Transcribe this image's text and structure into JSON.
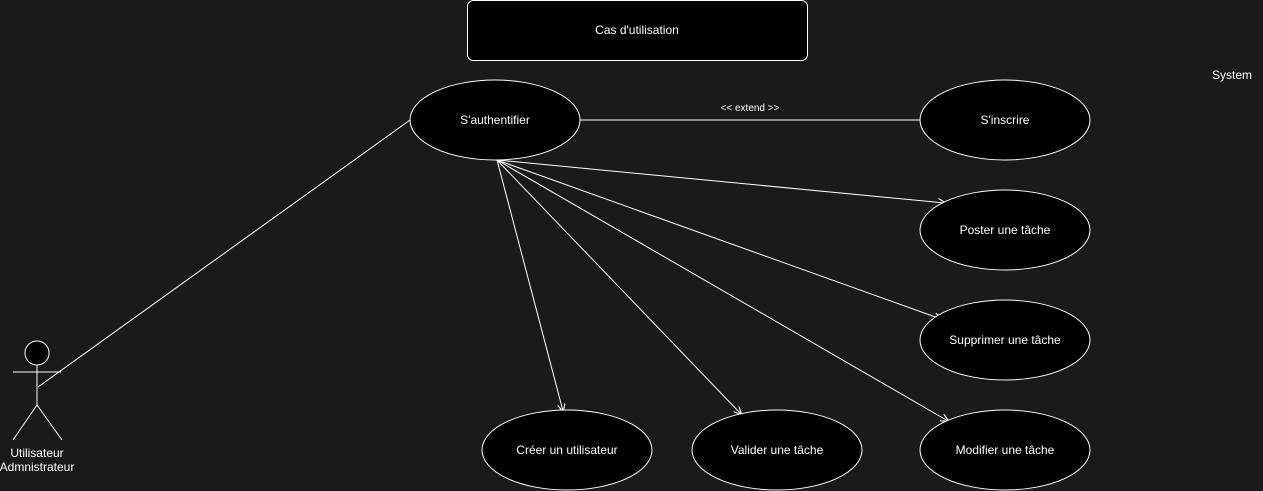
{
  "diagram": {
    "title": "Cas d'utilisation",
    "system_label": "System",
    "actor": {
      "line1": "Utilisateur",
      "line2": "Admnistrateur"
    },
    "use_cases": {
      "authenticate": "S'authentifier",
      "register": "S'inscrire",
      "post_task": "Poster une tâche",
      "delete_task": "Supprimer une tâche",
      "create_user": "Créer un utilisateur",
      "validate_task": "Valider une tâche",
      "modify_task": "Modifier une tâche"
    },
    "relations": {
      "extend_label": "<< extend >>"
    }
  }
}
